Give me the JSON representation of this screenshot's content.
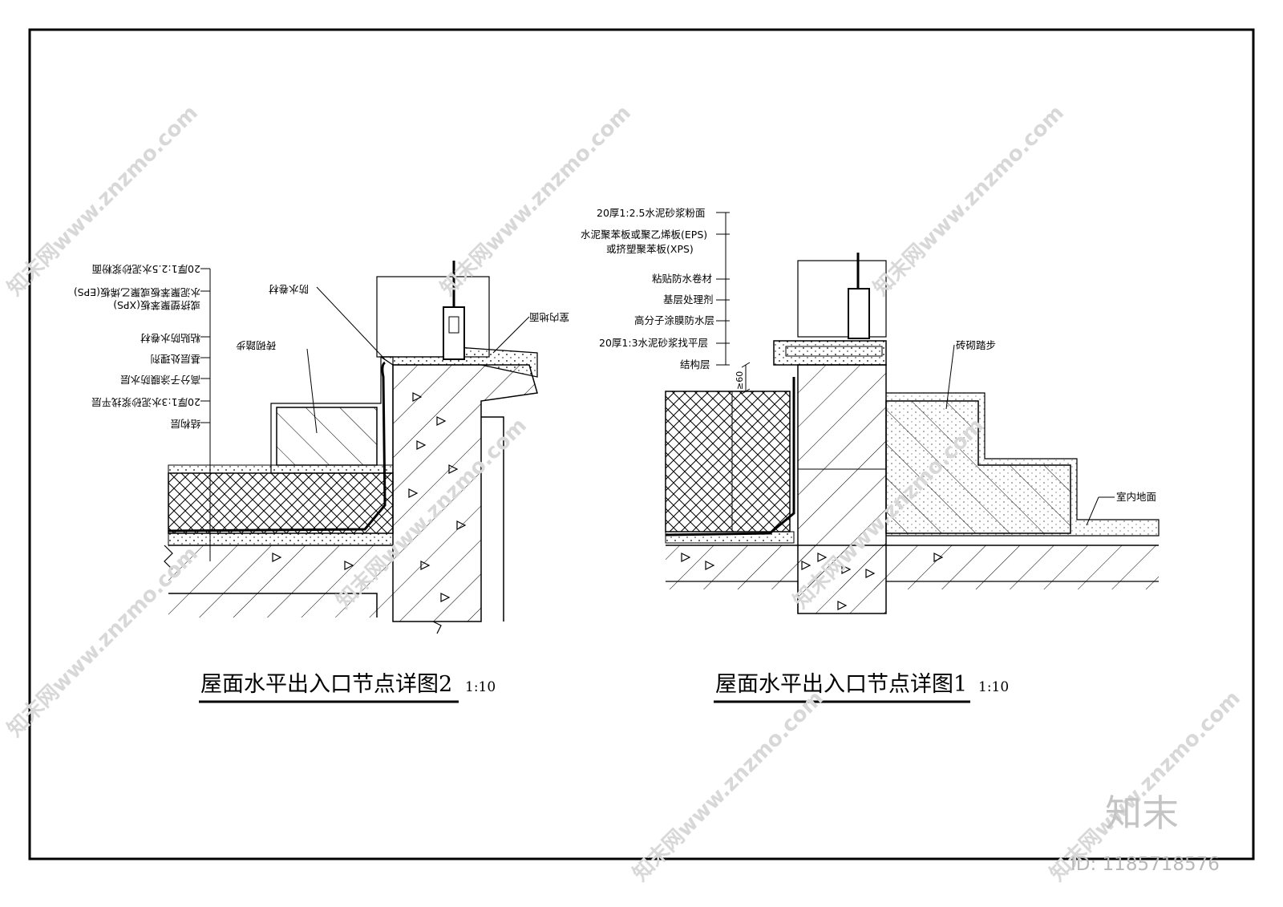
{
  "left_detail": {
    "title": "屋面水平出入口节点详图2",
    "scale": "1:10",
    "layers": [
      "20厚1:2.5水泥砂浆粉面",
      "水泥聚苯板或聚乙烯板(EPS)",
      "或挤塑聚苯板(XPS)",
      "粘贴防水卷材",
      "基层处理剂",
      "高分子涂膜防水层",
      "20厚1:3水泥砂浆找平层",
      "结构层"
    ],
    "callouts": {
      "membrane": "防水卷材",
      "brick_step": "砖砌踏步",
      "indoor_floor": "室内地面"
    }
  },
  "right_detail": {
    "title": "屋面水平出入口节点详图1",
    "scale": "1:10",
    "layers": [
      "20厚1:2.5水泥砂浆粉面",
      "水泥聚苯板或聚乙烯板(EPS)",
      "或挤塑聚苯板(XPS)",
      "粘贴防水卷材",
      "基层处理剂",
      "高分子涂膜防水层",
      "20厚1:3水泥砂浆找平层",
      "结构层"
    ],
    "callouts": {
      "brick_step": "砖砌踏步",
      "indoor_floor": "室内地面"
    },
    "dimension": "≥60"
  },
  "watermark": {
    "text": "知末网www.znzmo.com",
    "brand": "知末",
    "id": "ID: 1185718576"
  }
}
